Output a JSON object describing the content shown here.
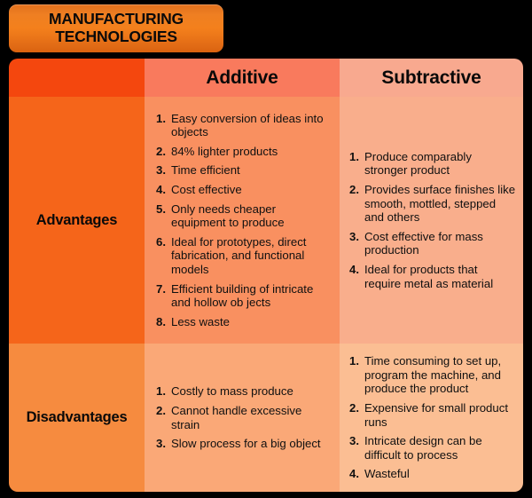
{
  "banner": {
    "title": "MANUFACTURING\nTECHNOLOGIES"
  },
  "colors": {
    "background": "#000000",
    "banner_orange": "#f4801c",
    "header_label": "#f4470e",
    "header_additive": "#f97a5d",
    "header_subtractive": "#f8a98f",
    "advantages_label": "#f5651a",
    "advantages_additive": "#f99060",
    "advantages_subtractive": "#f9ae8c",
    "disadvantages_label": "#f68b3f",
    "disadvantages_additive": "#faa877",
    "disadvantages_subtractive": "#fbbe93",
    "text": "#101010"
  },
  "table": {
    "corner_label": "",
    "columns": [
      {
        "label": "Additive"
      },
      {
        "label": "Subtractive"
      }
    ],
    "rows": [
      {
        "label": "Advantages",
        "additive": [
          {
            "num": "1.",
            "text": "Easy conversion of ideas into objects"
          },
          {
            "num": "2.",
            "text": "84% lighter products"
          },
          {
            "num": "3.",
            "text": "Time efficient"
          },
          {
            "num": "4.",
            "text": "Cost effective"
          },
          {
            "num": "5.",
            "text": "Only needs cheaper equipment to produce"
          },
          {
            "num": "6.",
            "text": "Ideal for prototypes, direct fabrication, and functional models"
          },
          {
            "num": "7.",
            "text": "Efficient building of intricate and hollow ob jects"
          },
          {
            "num": "8.",
            "text": "Less waste"
          }
        ],
        "subtractive": [
          {
            "num": "1.",
            "text": "Produce comparably stronger product"
          },
          {
            "num": "2.",
            "text": "Provides surface finishes like smooth, mottled, stepped and others"
          },
          {
            "num": "3.",
            "text": "Cost effective for mass production"
          },
          {
            "num": "4.",
            "text": "Ideal for products that require metal as material"
          }
        ]
      },
      {
        "label": "Disadvantages",
        "additive": [
          {
            "num": "1.",
            "text": "Costly to mass produce"
          },
          {
            "num": "2.",
            "text": "Cannot handle excessive strain"
          },
          {
            "num": "3.",
            "text": "Slow process for a big object"
          }
        ],
        "subtractive": [
          {
            "num": "1.",
            "text": "Time consuming to set up, program the machine, and produce the product"
          },
          {
            "num": "2.",
            "text": "Expensive for small product runs"
          },
          {
            "num": "3.",
            "text": "Intricate design can be difficult to process"
          },
          {
            "num": "4.",
            "text": "Wasteful"
          }
        ]
      }
    ]
  }
}
